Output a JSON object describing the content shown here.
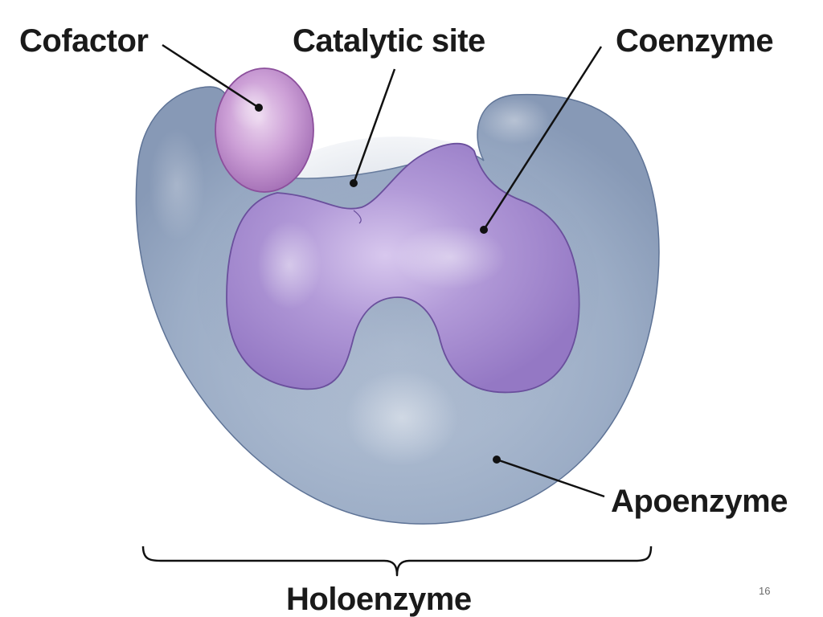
{
  "labels": {
    "cofactor": "Cofactor",
    "catalytic_site": "Catalytic site",
    "coenzyme": "Coenzyme",
    "apoenzyme": "Apoenzyme",
    "holoenzyme": "Holoenzyme"
  },
  "page_number": "16",
  "colors": {
    "apoenzyme": "#9fb0c8",
    "apoenzyme_outline": "#5e7396",
    "coenzyme": "#a788cf",
    "coenzyme_outline": "#6a4f9c",
    "cofactor": "#c79ad2",
    "cofactor_outline": "#8c4f9c",
    "text": "#1a1a1a"
  }
}
